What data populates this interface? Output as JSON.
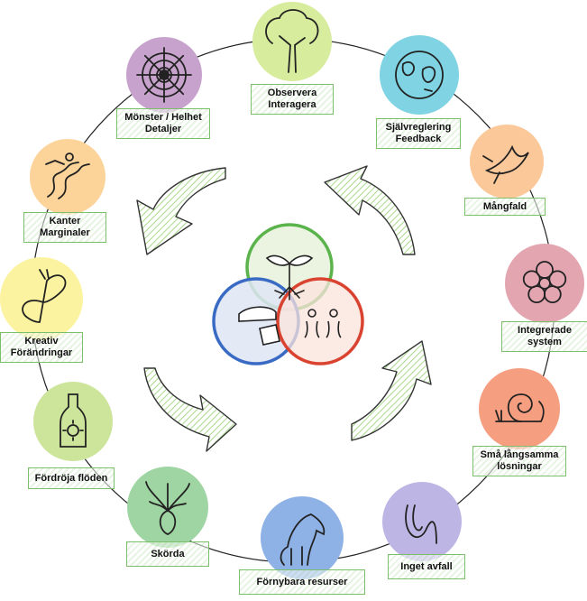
{
  "diagram": {
    "center_colors": {
      "green": "#5ab44b",
      "blue": "#3a6bc4",
      "red": "#d9432f"
    },
    "principles": [
      {
        "id": "observe",
        "lines": [
          "Observera",
          "Interagera"
        ],
        "icon": "tree-icon",
        "color": "#d8ec9e"
      },
      {
        "id": "catch",
        "lines": [
          "Självreglering",
          "Feedback"
        ],
        "icon": "globe-icon",
        "color": "#7fd3e3"
      },
      {
        "id": "diversity",
        "lines": [
          "Mångfald"
        ],
        "icon": "bird-icon",
        "color": "#fbc89a"
      },
      {
        "id": "integrate",
        "lines": [
          "Integrerade",
          "system"
        ],
        "icon": "flower-icon",
        "color": "#e3a6b1"
      },
      {
        "id": "small",
        "lines": [
          "Små långsamma",
          "lösningar"
        ],
        "icon": "snail-icon",
        "color": "#f59e80"
      },
      {
        "id": "waste",
        "lines": [
          "Inget avfall"
        ],
        "icon": "worm-icon",
        "color": "#bdb6e4"
      },
      {
        "id": "renew",
        "lines": [
          "Förnybara resurser"
        ],
        "icon": "horse-icon",
        "color": "#8fb2e6"
      },
      {
        "id": "harvest",
        "lines": [
          "Skörda"
        ],
        "icon": "beet-icon",
        "color": "#9fd4a3"
      },
      {
        "id": "store",
        "lines": [
          "Fördröja flöden"
        ],
        "icon": "bottle-icon",
        "color": "#cce59b"
      },
      {
        "id": "creative",
        "lines": [
          "Kreativ",
          "Förändringar"
        ],
        "icon": "butterfly-icon",
        "color": "#fbf3a0"
      },
      {
        "id": "edges",
        "lines": [
          "Kanter",
          "Marginaler"
        ],
        "icon": "landscape-icon",
        "color": "#fcd49a"
      },
      {
        "id": "patterns",
        "lines": [
          "Mönster / Helhet",
          "Detaljer"
        ],
        "icon": "spiderweb-icon",
        "color": "#c7a2cc"
      }
    ]
  }
}
